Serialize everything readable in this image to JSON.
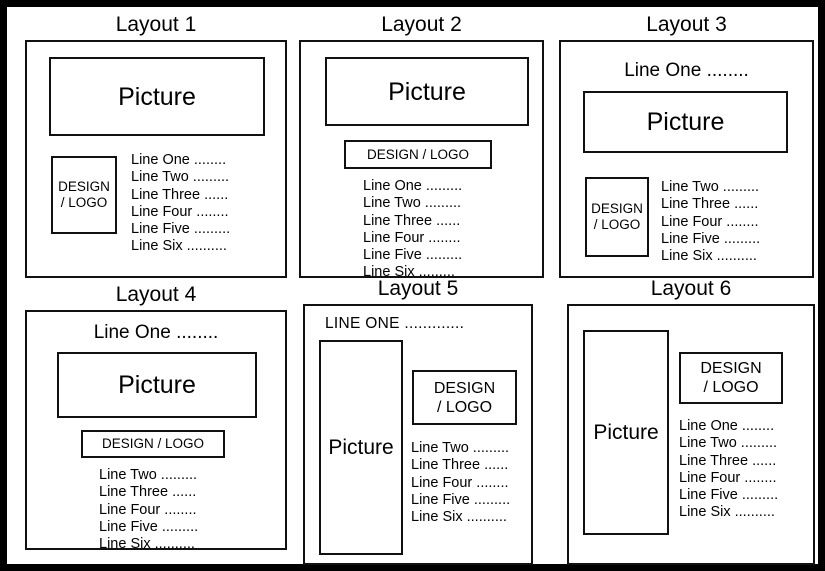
{
  "labels": {
    "picture": "Picture",
    "design_logo_stacked_top": "DESIGN",
    "design_logo_stacked_bottom": "/ LOGO",
    "design_logo_inline": "DESIGN / LOGO"
  },
  "lines": {
    "one": "Line One ........",
    "two": "Line Two .........",
    "three": "Line Three ......",
    "four": "Line Four ........",
    "five": "Line Five .........",
    "six": "Line Six ..........",
    "one_caps": "LINE ONE ............."
  },
  "layouts": [
    {
      "title": "Layout 1",
      "picture": "Picture",
      "logo_style": "stacked",
      "logo_top": "DESIGN",
      "logo_bottom": "/ LOGO",
      "headline": null,
      "body_lines": [
        "Line One ........",
        "Line Two .........",
        "Line Three ......",
        "Line Four ........",
        "Line Five .........",
        "Line Six .........."
      ]
    },
    {
      "title": "Layout 2",
      "picture": "Picture",
      "logo_style": "bar",
      "logo_inline": "DESIGN / LOGO",
      "headline": null,
      "body_lines": [
        "Line One .........",
        "Line Two .........",
        "Line Three ......",
        "Line Four ........",
        "Line Five .........",
        "Line Six ........."
      ]
    },
    {
      "title": "Layout 3",
      "picture": "Picture",
      "logo_style": "stacked",
      "logo_top": "DESIGN",
      "logo_bottom": "/ LOGO",
      "headline": "Line One ........",
      "body_lines": [
        "Line Two .........",
        "Line Three ......",
        "Line Four ........",
        "Line Five .........",
        "Line Six .........."
      ]
    },
    {
      "title": "Layout 4",
      "picture": "Picture",
      "logo_style": "bar",
      "logo_inline": "DESIGN / LOGO",
      "headline": "Line One ........",
      "body_lines": [
        "Line Two .........",
        "Line Three ......",
        "Line Four ........",
        "Line Five .........",
        "Line Six .........."
      ]
    },
    {
      "title": "Layout 5",
      "picture": "Picture",
      "logo_style": "stacked",
      "logo_top": "DESIGN",
      "logo_bottom": "/ LOGO",
      "headline": "LINE ONE .............",
      "body_lines": [
        "Line Two .........",
        "Line Three ......",
        "Line Four ........",
        "Line Five .........",
        "Line Six .........."
      ]
    },
    {
      "title": "Layout 6",
      "picture": "Picture",
      "logo_style": "stacked",
      "logo_top": "DESIGN",
      "logo_bottom": "/ LOGO",
      "headline": null,
      "body_lines": [
        "Line One ........",
        "Line Two .........",
        "Line Three ......",
        "Line Four ........",
        "Line Five .........",
        "Line Six .........."
      ]
    }
  ],
  "colors": {
    "ink": "#000000",
    "stroke": "#111111",
    "paper": "#ffffff"
  }
}
